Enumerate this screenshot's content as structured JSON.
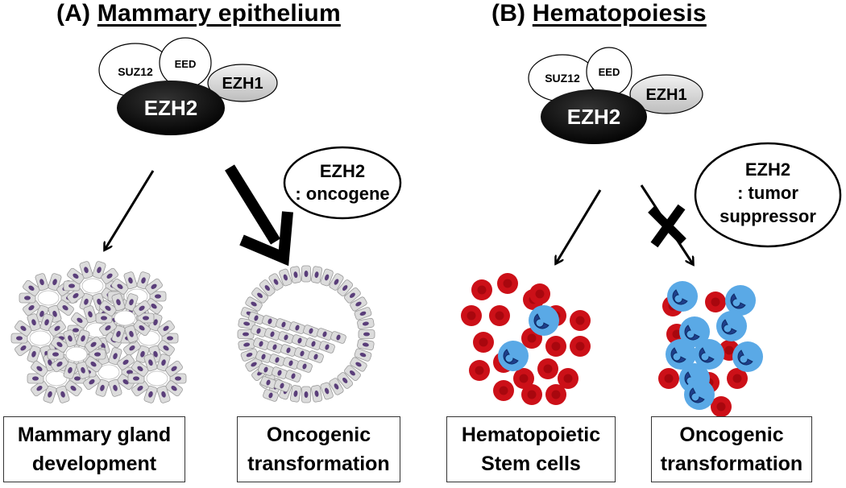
{
  "panels": [
    {
      "title_prefix": "(A)",
      "title_main": "Mammary epithelium",
      "complex": {
        "suz12": "SUZ12",
        "eed": "EED",
        "ezh1": "EZH1",
        "ezh2": "EZH2"
      },
      "role_bubble": {
        "line1": "EZH2",
        "line2": ": oncogene"
      },
      "outcomes": [
        {
          "line1": "Mammary gland",
          "line2": "development"
        },
        {
          "line1": "Oncogenic",
          "line2": "transformation"
        }
      ]
    },
    {
      "title_prefix": "(B)",
      "title_main": "Hematopoiesis",
      "complex": {
        "suz12": "SUZ12",
        "eed": "EED",
        "ezh1": "EZH1",
        "ezh2": "EZH2"
      },
      "role_bubble": {
        "line1": "EZH2",
        "line2": ": tumor",
        "line3": "suppressor"
      },
      "outcomes": [
        {
          "line1": "Hematopoietic",
          "line2": "Stem cells"
        },
        {
          "line1": "Oncogenic",
          "line2": "transformation"
        }
      ]
    }
  ],
  "colors": {
    "ezh2_fill": "#000000",
    "ezh1_fill": "#d9d9d9",
    "epithelial_cell": "#dcdcdc",
    "epithelial_nucleus": "#5a3e7a",
    "red_blood_cell": "#cc1018",
    "stem_cell": "#5aa9e6",
    "stem_nucleus": "#1f3f8a"
  }
}
